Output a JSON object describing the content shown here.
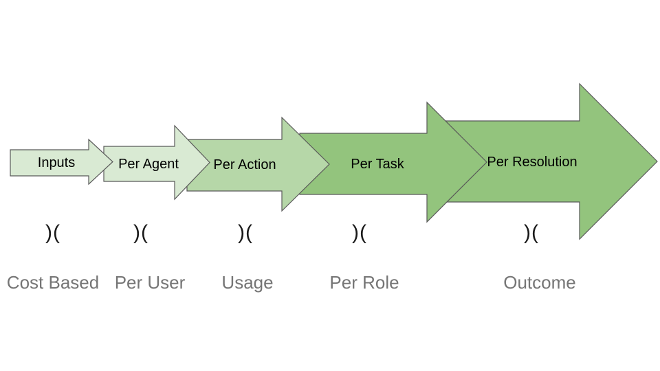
{
  "diagram": {
    "arrows": [
      {
        "label": "Inputs",
        "fill": "#d9ead3"
      },
      {
        "label": "Per Agent",
        "fill": "#d9ead3"
      },
      {
        "label": "Per Action",
        "fill": "#b6d7a8"
      },
      {
        "label": "Per Task",
        "fill": "#93c47d"
      },
      {
        "label": "Per Resolution",
        "fill": "#93c47d"
      }
    ],
    "separator_symbol": ")(",
    "pricing_models": [
      "Cost Based",
      "Per User",
      "Usage",
      "Per Role",
      "Outcome"
    ]
  },
  "colors": {
    "background": "#ffffff",
    "arrow-stroke": "#595959",
    "arrow-text": "#000000",
    "separator": "#1a1a1a",
    "pricing-text": "#757575"
  }
}
